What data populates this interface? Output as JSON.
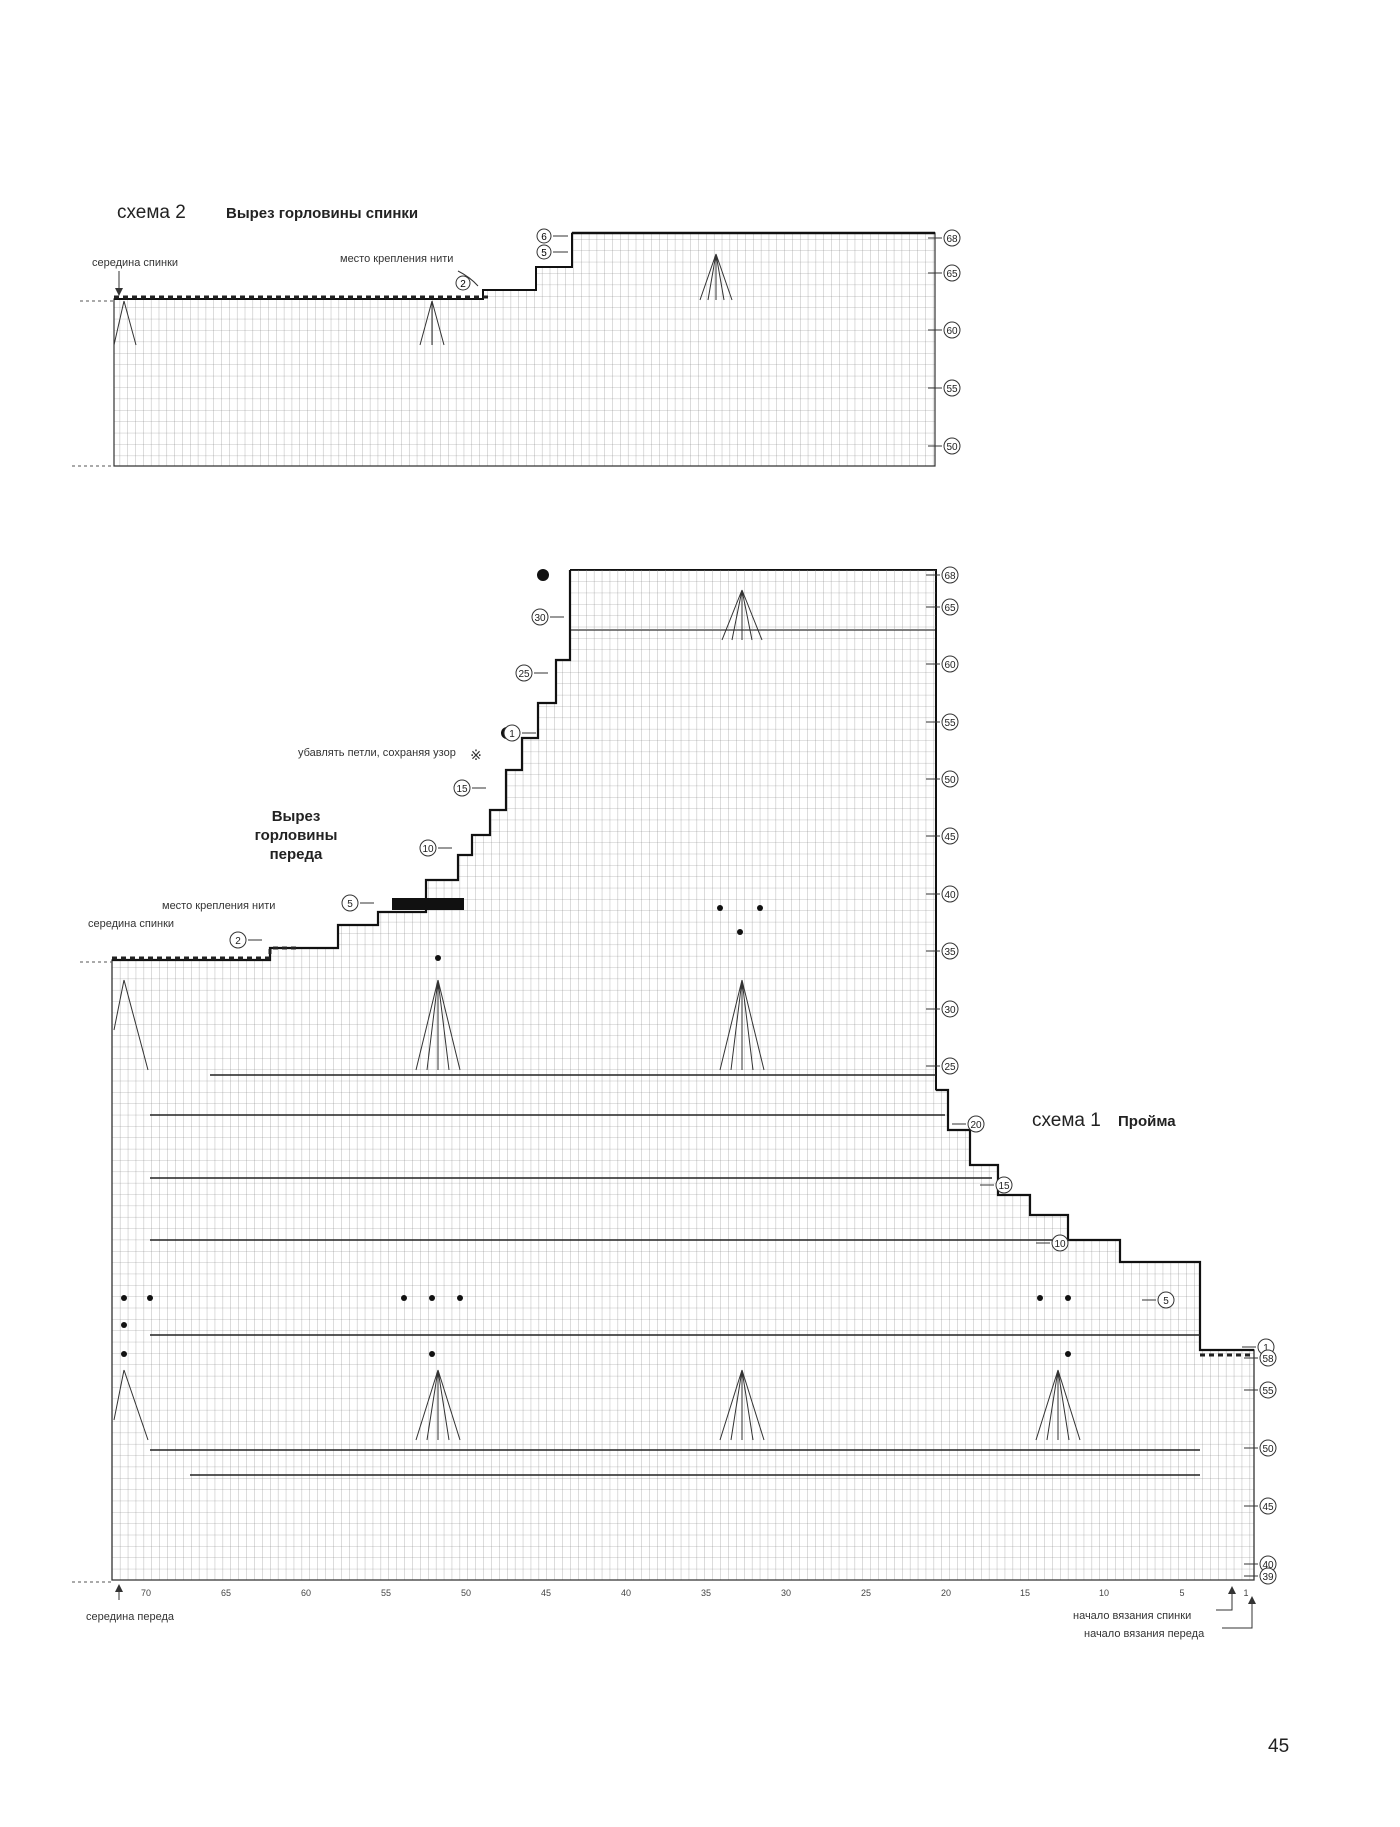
{
  "page_number": "45",
  "scheme2": {
    "label": "схема 2",
    "title": "Вырез горловины спинки",
    "middle_label": "середина спинки",
    "attach_label": "место крепления нити",
    "step_marks": [
      "2"
    ],
    "row_marks": [
      "6",
      "5"
    ],
    "row_numbers": [
      "68",
      "65",
      "60",
      "55",
      "50"
    ]
  },
  "scheme1": {
    "label": "схема 1",
    "title": "Пройма",
    "neck_title_lines": [
      "Вырез",
      "горловины",
      "переда"
    ],
    "decrease_label": "убавлять петли, сохраняя узор",
    "attach_label": "место крепления нити",
    "middle_label": "середина спинки",
    "front_middle_label": "середина переда",
    "start_back_label": "начало вязания спинки",
    "start_front_label": "начало вязания переда",
    "neck_step_marks": [
      "30",
      "25",
      "1",
      "15",
      "10",
      "5",
      "2"
    ],
    "armhole_step_marks": [
      "20",
      "15",
      "10",
      "5",
      "1"
    ],
    "row_numbers_top": [
      "68",
      "65",
      "60",
      "55",
      "50",
      "45",
      "40",
      "35",
      "30",
      "25"
    ],
    "row_numbers_bottom": [
      "58",
      "55",
      "50",
      "45",
      "40",
      "39"
    ],
    "stitch_numbers": [
      "70",
      "65",
      "60",
      "55",
      "50",
      "45",
      "40",
      "35",
      "30",
      "25",
      "20",
      "15",
      "10",
      "5",
      "1"
    ]
  }
}
